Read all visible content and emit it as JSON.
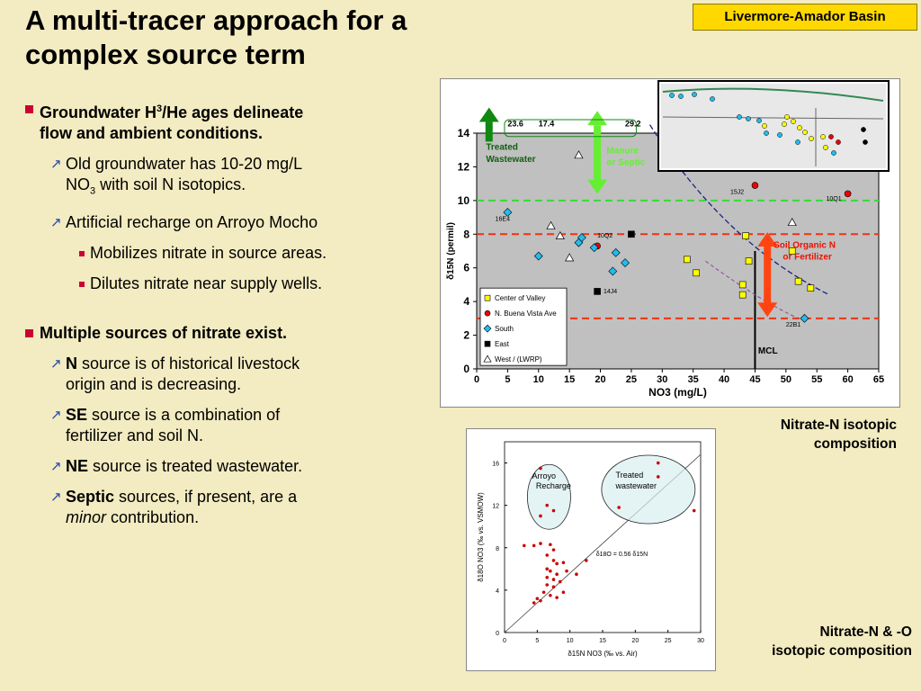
{
  "title_line1": "A multi-tracer approach for a",
  "title_line2": "complex source term",
  "badge": "Livermore-Amador Basin",
  "bullets": {
    "b1": "Groundwater H",
    "b1_sup": "3",
    "b1_rest_a": "/He ages delineate",
    "b1_rest_b": "flow and ambient conditions.",
    "b1_s1_a": "Old groundwater has 10-20 mg/L",
    "b1_s1_b": "NO",
    "b1_s1_sub": "3",
    "b1_s1_c": " with soil N isotopics.",
    "b1_s2": "Artificial recharge on Arroyo Mocho",
    "b1_s2_t1": "Mobilizes nitrate in source areas.",
    "b1_s2_t2": "Dilutes nitrate near supply wells.",
    "b2": "Multiple sources of nitrate exist.",
    "b2_s1_bold": "N",
    "b2_s1_a": " source is of historical livestock",
    "b2_s1_b": "origin and is decreasing.",
    "b2_s2_bold": "SE",
    "b2_s2_a": " source is a combination of",
    "b2_s2_b": "fertilizer and soil N.",
    "b2_s3_bold": "NE",
    "b2_s3_a": " source is treated wastewater.",
    "b2_s4_bold": "Septic",
    "b2_s4_a": " sources, if present, are a",
    "b2_s4_ital": "minor",
    "b2_s4_b": " contribution."
  },
  "captions": {
    "c1_a": "Nitrate-N isotopic",
    "c1_b": "composition",
    "c2_a": "Nitrate-N & -O",
    "c2_b": "isotopic composition"
  },
  "colors": {
    "background": "#f3ebc1",
    "plot_bg": "#c0c0c0",
    "accent_red": "#cc0033",
    "badge": "#ffd800",
    "green_dash": "#33dd33",
    "red_dash": "#ee3311",
    "center_valley": "#ffff00",
    "buena_vista": "#ee0000",
    "south": "#22bbee",
    "east": "#000000"
  },
  "chart_data": [
    {
      "type": "scatter",
      "xlabel": "NO3 (mg/L)",
      "ylabel": "δ15N (permil)",
      "xlim": [
        0,
        65
      ],
      "ylim": [
        0,
        14
      ],
      "xticks": [
        "0",
        "5",
        "10",
        "15",
        "20",
        "25",
        "30",
        "35",
        "40",
        "45",
        "50",
        "55",
        "60",
        "65"
      ],
      "yticks": [
        "0",
        "2",
        "4",
        "6",
        "8",
        "10",
        "12",
        "14"
      ],
      "legend_position": "bottom-left",
      "legend": [
        "Center of Valley",
        "N. Buena Vista Ave",
        "South",
        "East",
        "West / (LWRP)"
      ],
      "series": [
        {
          "name": "Center of Valley",
          "color": "#ffff00",
          "marker": "square",
          "points": [
            [
              34,
              6.5
            ],
            [
              35.5,
              5.7
            ],
            [
              43,
              5.0
            ],
            [
              43,
              4.4
            ],
            [
              44,
              6.4
            ],
            [
              52,
              5.2
            ],
            [
              54,
              4.8
            ],
            [
              43.5,
              7.9
            ],
            [
              51,
              7.0
            ]
          ]
        },
        {
          "name": "N. Buena Vista Ave",
          "color": "#ee0000",
          "marker": "circle",
          "points": [
            [
              45,
              10.9
            ],
            [
              60,
              10.4
            ],
            [
              19.5,
              7.3
            ]
          ]
        },
        {
          "name": "South",
          "color": "#22bbee",
          "marker": "diamond",
          "points": [
            [
              5,
              9.3
            ],
            [
              10,
              6.7
            ],
            [
              16.5,
              7.5
            ],
            [
              17,
              7.8
            ],
            [
              19,
              7.2
            ],
            [
              22,
              5.8
            ],
            [
              22.5,
              6.9
            ],
            [
              24,
              6.3
            ],
            [
              53,
              3.0
            ]
          ]
        },
        {
          "name": "East",
          "color": "#000000",
          "marker": "square",
          "points": [
            [
              19.5,
              4.6
            ],
            [
              25,
              8.0
            ]
          ]
        },
        {
          "name": "West / (LWRP)",
          "color": "#ffffff",
          "marker": "triangle",
          "points": [
            [
              16.5,
              12.7
            ],
            [
              12,
              8.5
            ],
            [
              13.5,
              7.9
            ],
            [
              15,
              6.6
            ],
            [
              51,
              8.7
            ]
          ]
        }
      ],
      "point_labels": [
        {
          "text": "16E4",
          "x": 3,
          "y": 8.8
        },
        {
          "text": "10Q2",
          "x": 19.5,
          "y": 7.8
        },
        {
          "text": "14J4",
          "x": 20.5,
          "y": 4.5
        },
        {
          "text": "15J2",
          "x": 41,
          "y": 10.4
        },
        {
          "text": "10Q1",
          "x": 56.5,
          "y": 10.0
        },
        {
          "text": "22B1",
          "x": 50,
          "y": 2.5
        }
      ],
      "annotations": [
        {
          "text": "Treated",
          "x": 1.5,
          "y": 13.0
        },
        {
          "text": "Wastewater",
          "x": 1.5,
          "y": 12.3
        },
        {
          "text": "Manure",
          "x": 21,
          "y": 12.8
        },
        {
          "text": "or Septic",
          "x": 21,
          "y": 12.1
        },
        {
          "text": "Soil Organic N",
          "x": 48,
          "y": 7.2
        },
        {
          "text": "or Fertilizer",
          "x": 49.5,
          "y": 6.5
        },
        {
          "text": "MCL",
          "x": 45.5,
          "y": 0.9
        },
        {
          "text": "23.6",
          "x": 5,
          "y": 14.4
        },
        {
          "text": "17.4",
          "x": 10,
          "y": 14.4
        },
        {
          "text": "29.2",
          "x": 24,
          "y": 14.4
        }
      ],
      "reference_lines": [
        {
          "orientation": "horizontal",
          "y": 10,
          "color": "#33dd33",
          "style": "dashed"
        },
        {
          "orientation": "horizontal",
          "y": 8,
          "color": "#ee3311",
          "style": "dashed"
        },
        {
          "orientation": "horizontal",
          "y": 3,
          "color": "#ee3311",
          "style": "dashed"
        },
        {
          "orientation": "vertical",
          "x": 45,
          "color": "#000000",
          "style": "solid"
        }
      ]
    },
    {
      "type": "scatter",
      "xlabel": "δ15N NO3 (‰ vs. Air)",
      "ylabel": "δ18O NO3 (‰ vs. VSMOW)",
      "xlim": [
        0,
        30
      ],
      "ylim": [
        0,
        18
      ],
      "xticks": [
        "0",
        "5",
        "10",
        "15",
        "20",
        "25",
        "30"
      ],
      "yticks": [
        "0",
        "4",
        "8",
        "12",
        "16"
      ],
      "grid": false,
      "series": [
        {
          "name": "",
          "color": "#cc0000",
          "marker": "circle",
          "points": [
            [
              3,
              8.2
            ],
            [
              4.5,
              8.2
            ],
            [
              5.5,
              8.4
            ],
            [
              7,
              8.3
            ],
            [
              7.5,
              7.8
            ],
            [
              6.5,
              7.3
            ],
            [
              7.5,
              6.8
            ],
            [
              8,
              6.5
            ],
            [
              9,
              6.6
            ],
            [
              6.5,
              6.0
            ],
            [
              7,
              5.8
            ],
            [
              8,
              5.5
            ],
            [
              9.5,
              5.8
            ],
            [
              6.5,
              5.2
            ],
            [
              7.5,
              5.0
            ],
            [
              8.5,
              4.8
            ],
            [
              6.5,
              4.5
            ],
            [
              7.5,
              4.3
            ],
            [
              6,
              3.8
            ],
            [
              7,
              3.5
            ],
            [
              8,
              3.3
            ],
            [
              9,
              3.8
            ],
            [
              5,
              3.2
            ],
            [
              5.5,
              3.0
            ],
            [
              4.5,
              2.8
            ],
            [
              11,
              5.5
            ],
            [
              12.5,
              6.8
            ],
            [
              5.5,
              15.5
            ],
            [
              6.5,
              12.0
            ],
            [
              7.5,
              11.5
            ],
            [
              5.5,
              11.0
            ],
            [
              17.5,
              11.8
            ],
            [
              23.5,
              16.0
            ],
            [
              23.5,
              14.7
            ],
            [
              29,
              11.5
            ]
          ]
        }
      ],
      "annotations": [
        {
          "text": "Arroyo",
          "x": 4.2,
          "y": 14.5
        },
        {
          "text": "Recharge",
          "x": 4.8,
          "y": 13.6
        },
        {
          "text": "Treated",
          "x": 17,
          "y": 14.6
        },
        {
          "text": "wastewater",
          "x": 17,
          "y": 13.6
        },
        {
          "text": "δ18O = 0.56 δ15N",
          "x": 14,
          "y": 7.2
        }
      ]
    }
  ]
}
